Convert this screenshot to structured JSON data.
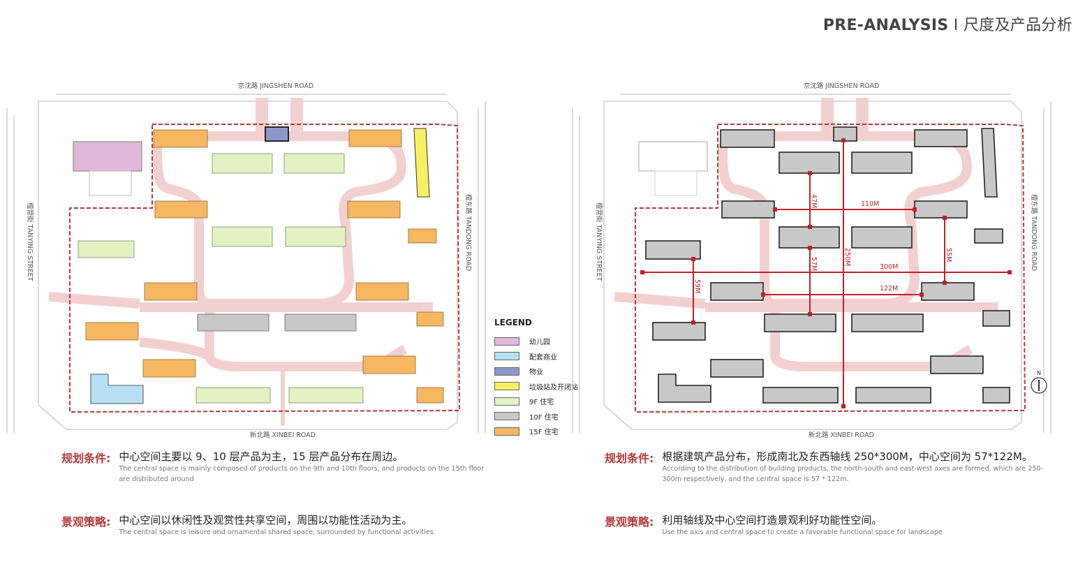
{
  "header": {
    "title_bold": "PRE-ANALYSIS",
    "title_sep": "I",
    "title_zh": "尺度及产品分析"
  },
  "roads": {
    "north": "京沈路 JINGSHEN ROAD",
    "south": "新北路 XINBEI ROAD",
    "west": "檀营街 TANYING STREET",
    "east": "檀东路 TANDONG ROAD"
  },
  "colors": {
    "kindergarten": "#e1b8d8",
    "commercial": "#b7e0f4",
    "property": "#8e98c8",
    "garbage": "#f7f062",
    "f9": "#e2f2c2",
    "f10": "#c8c8c8",
    "f15": "#f6b760",
    "road_pink": "#f3d0d0",
    "boundary": "#b23a3a",
    "axis": "#c0202a"
  },
  "legend": {
    "title": "LEGEND",
    "items": [
      {
        "label": "幼儿园",
        "color": "#e1b8d8"
      },
      {
        "label": "配套商业",
        "color": "#b7e0f4"
      },
      {
        "label": "物业",
        "color": "#8e98c8"
      },
      {
        "label": "垃圾站及开闭站",
        "color": "#f7f062"
      },
      {
        "label": "9F 住宅",
        "color": "#e2f2c2"
      },
      {
        "label": "10F 住宅",
        "color": "#c8c8c8"
      },
      {
        "label": "15F 住宅",
        "color": "#f6b760"
      }
    ]
  },
  "dimensions": {
    "d47": "47M",
    "d110": "110M",
    "d250": "250M",
    "d55": "55M",
    "d57": "57M",
    "d300": "300M",
    "d59": "59M",
    "d122": "122M"
  },
  "compass": "N",
  "left_caption": {
    "planning_key": "规划条件:",
    "planning_zh": "中心空间主要以 9、10 层产品为主，15 层产品分布在周边。",
    "planning_en": "The central space is mainly composed of products on the 9th and 10th floors, and products on the 15th floor are distributed around",
    "landscape_key": "景观策略:",
    "landscape_zh": "中心空间以休闲性及观赏性共享空间，周围以功能性活动为主。",
    "landscape_en": "The central space is leisure and ornamental shared space, surrounded by functional activities."
  },
  "right_caption": {
    "planning_key": "规划条件:",
    "planning_zh": "根据建筑产品分布，形成南北及东西轴线 250*300M，中心空间为 57*122M。",
    "planning_en": "According to the distribution of building products, the north-south and east-west axes are formed, which are 250-300m respectively, and the central space is 57 * 122m.",
    "landscape_key": "景观策略:",
    "landscape_zh": "利用轴线及中心空间打造景观利好功能性空间。",
    "landscape_en": "Use the axis and central space to create a favorable functional space for landscape"
  }
}
